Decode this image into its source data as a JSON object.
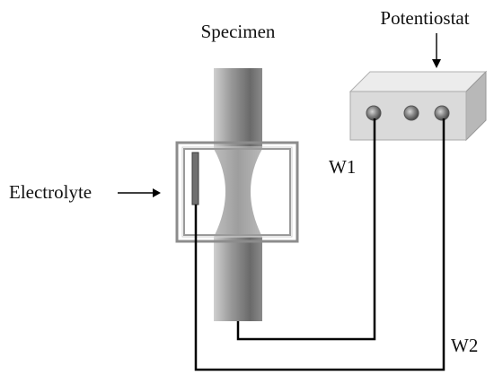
{
  "labels": {
    "specimen": "Specimen",
    "potentiostat": "Potentiostat",
    "electrolyte": "Electrolyte",
    "w1": "W1",
    "w2": "W2"
  },
  "colors": {
    "wire": "#000000",
    "cell_frame": "#8c8c8c",
    "cell_frame_light": "#bdbdbd",
    "box_front": "#d9d9d9",
    "box_top": "#e8e8e8",
    "box_side": "#b5b5b5",
    "specimen_dark": "#6e6e6e",
    "specimen_light": "#d5d5d5"
  },
  "icons": {
    "terminals": [
      "terminal-knob-icon",
      "terminal-knob-icon",
      "terminal-knob-icon"
    ],
    "arrows": [
      "arrow-down-icon",
      "arrow-right-icon"
    ]
  }
}
